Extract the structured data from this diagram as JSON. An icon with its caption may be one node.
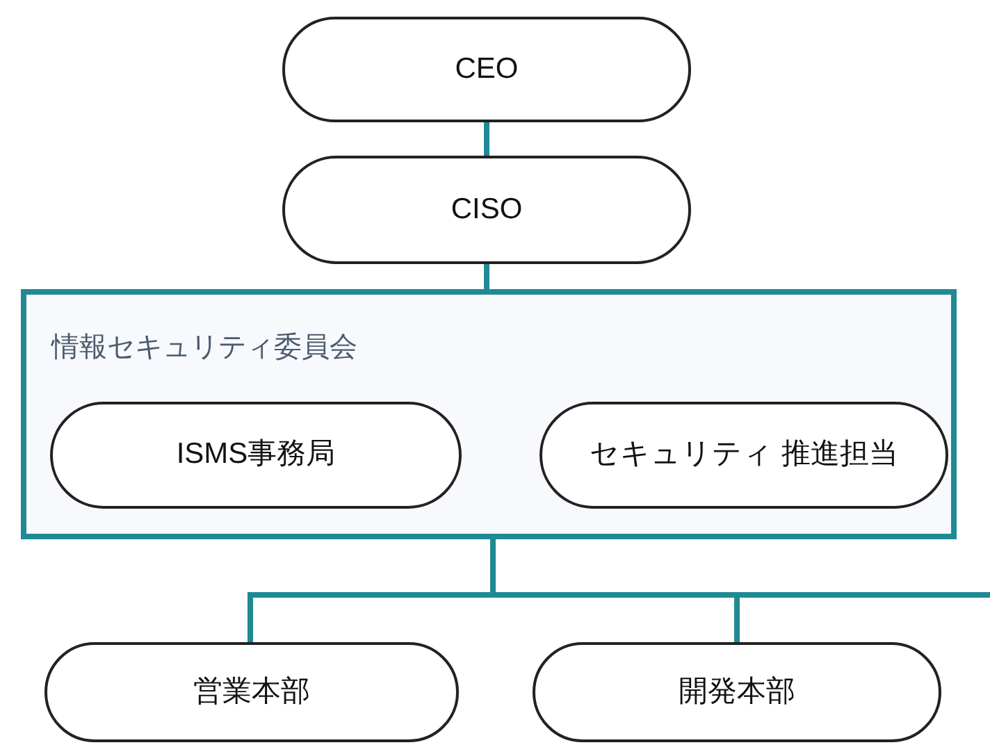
{
  "diagram": {
    "nodes": [
      {
        "text": [
          "CEO"
        ]
      },
      {
        "text": [
          "CISO"
        ]
      },
      {
        "text": [
          "情報セキュリティ委員会"
        ]
      },
      {
        "text": [
          "ISMS事務局"
        ],
        "in": 2
      },
      {
        "text": [
          "セキュリティ 推進担当"
        ],
        "in": 2
      },
      {
        "text": [
          "営業本部"
        ]
      },
      {
        "text": [
          "開発本部"
        ]
      }
    ],
    "edges": [
      {
        "from": 0,
        "to": 1,
        "arrow": "none"
      },
      {
        "from": 1,
        "to": 2,
        "arrow": "none"
      },
      {
        "from": 2,
        "to": 5,
        "arrow": "none"
      },
      {
        "from": 2,
        "to": 6,
        "arrow": "none"
      },
      {
        "from": 2,
        "to": null,
        "arrow": "none"
      }
    ]
  }
}
